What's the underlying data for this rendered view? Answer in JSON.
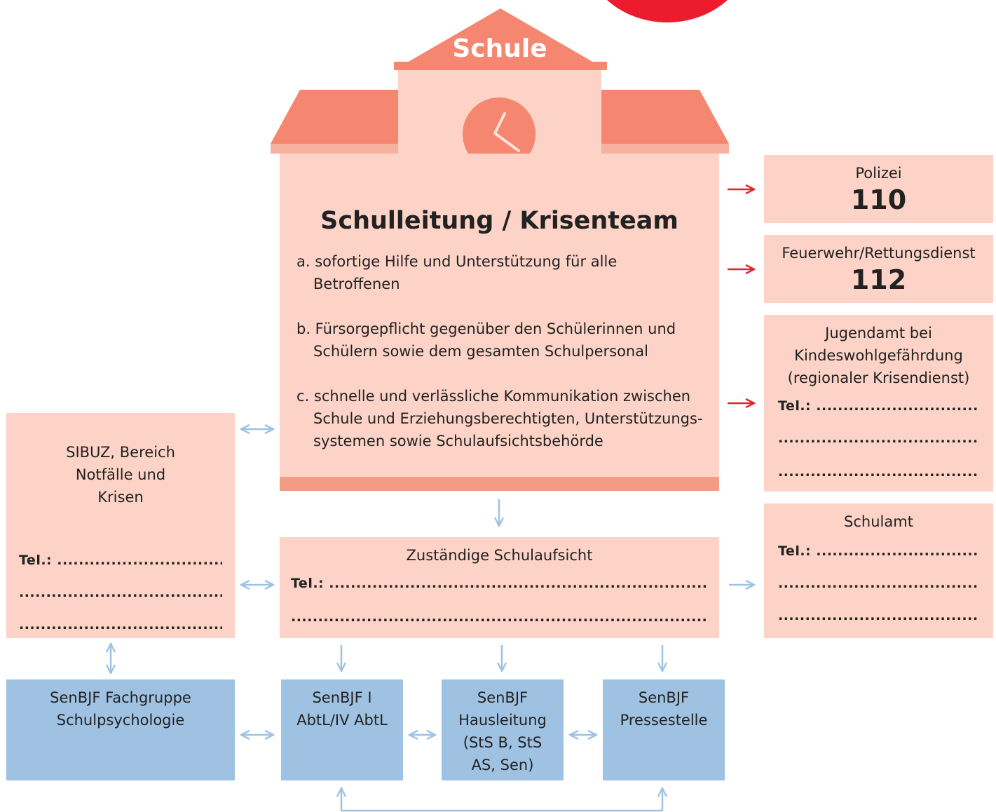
{
  "school": {
    "roof_label": "Schule",
    "title": "Schulleitung / Krisenteam",
    "items": [
      "a. sofortige Hilfe und Unterstützung für alle Betroffenen",
      "b. Fürsorgepflicht gegenüber den Schülerinnen und Schülern sowie dem gesamten Schulpersonal",
      "c. schnelle und verlässliche Kommunikation zwischen Schule und Erziehungsberechtigten, Unterstützungs-systemen sowie Schulaufsichtsbehörde"
    ]
  },
  "emergency": {
    "polizei": {
      "label": "Polizei",
      "number": "110"
    },
    "feuerwehr": {
      "label": "Feuerwehr/Rettungsdienst",
      "number": "112"
    },
    "jugendamt": {
      "label": "Jugendamt bei Kindeswohlgefährdung (regionaler Krisendienst)",
      "tel": "Tel.: ..................................",
      "dots1": "...........................................",
      "dots2": "..........................................."
    }
  },
  "schulamt": {
    "label": "Schulamt",
    "tel": "Tel.: ..................................",
    "dots1": "...........................................",
    "dots2": "..........................................."
  },
  "sibuz": {
    "label": "SIBUZ, Bereich Notfälle und Krisen",
    "tel": "Tel.: ..................................",
    "dots1": "...........................................",
    "dots2": "..........................................."
  },
  "schulaufsicht": {
    "label": "Zuständige Schulaufsicht",
    "tel": "Tel.: ...............................................................................",
    "dots": "........................................................................................"
  },
  "senbjf": [
    {
      "label": "SenBJF Fachgruppe Schulpsychologie"
    },
    {
      "label": "SenBJF I AbtL/IV AbtL"
    },
    {
      "label": "SenBJF Hausleitung (StS B, StS AS, Sen)"
    },
    {
      "label": "SenBJF Pressestelle"
    }
  ],
  "colors": {
    "roof": "#f5866f",
    "building": "#fcd3c6",
    "ledge": "#f7b29f",
    "base": "#f39c84",
    "clock": "#f5866f",
    "red_dot": "#ec1c2e",
    "blue_box": "#9fc2e3",
    "arrow_blue": "#9fc2e3",
    "arrow_red": "#e4222c"
  }
}
